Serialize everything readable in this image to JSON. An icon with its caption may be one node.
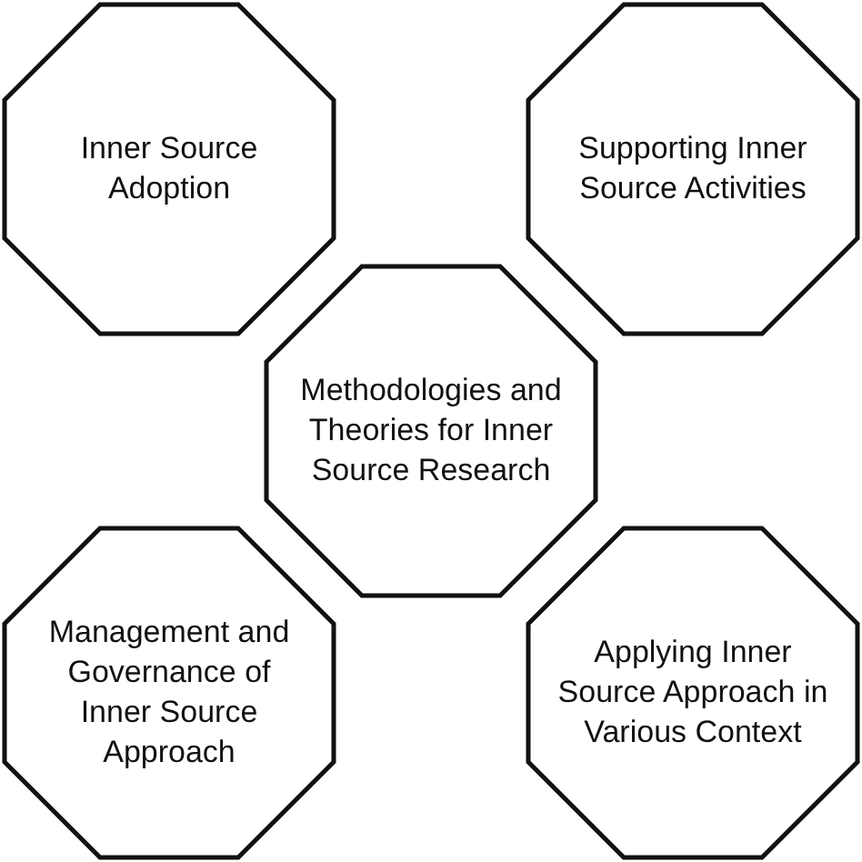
{
  "diagram": {
    "nodes": [
      {
        "text": [
          "Inner Source Adoption"
        ]
      },
      {
        "text": [
          "Supporting Inner Source Activities"
        ]
      },
      {
        "text": [
          "Methodologies and Theories for Inner Source Research"
        ]
      },
      {
        "text": [
          "Management and Governance of Inner Source Approach"
        ]
      },
      {
        "text": [
          "Applying Inner Source Approach in Various Context"
        ]
      }
    ],
    "edges": []
  }
}
